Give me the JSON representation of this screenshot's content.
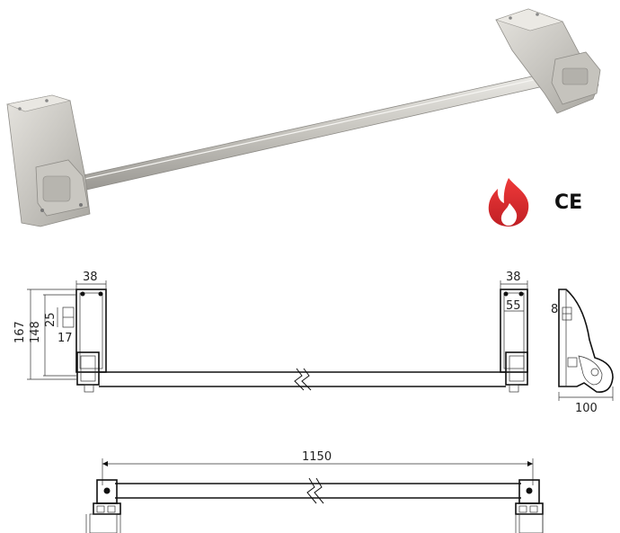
{
  "product_photo": {
    "label": ""
  },
  "badges": {
    "fire_icon": "fire-icon",
    "fire_color": "#d6282b",
    "ce_text": "CE"
  },
  "front_view": {
    "dim_width_left": "38",
    "dim_width_right": "38",
    "dim_height_overall": "167",
    "dim_height_inner": "148",
    "dim_slot_25": "25",
    "dim_slot_17": "17",
    "dim_right_55": "55"
  },
  "side_view": {
    "dim_8": "8",
    "dim_depth": "100"
  },
  "bottom_view": {
    "dim_length": "1150"
  },
  "colors": {
    "metal_light": "#d8d6d0",
    "metal_mid": "#b9b7b1",
    "metal_dark": "#8f8d88"
  }
}
